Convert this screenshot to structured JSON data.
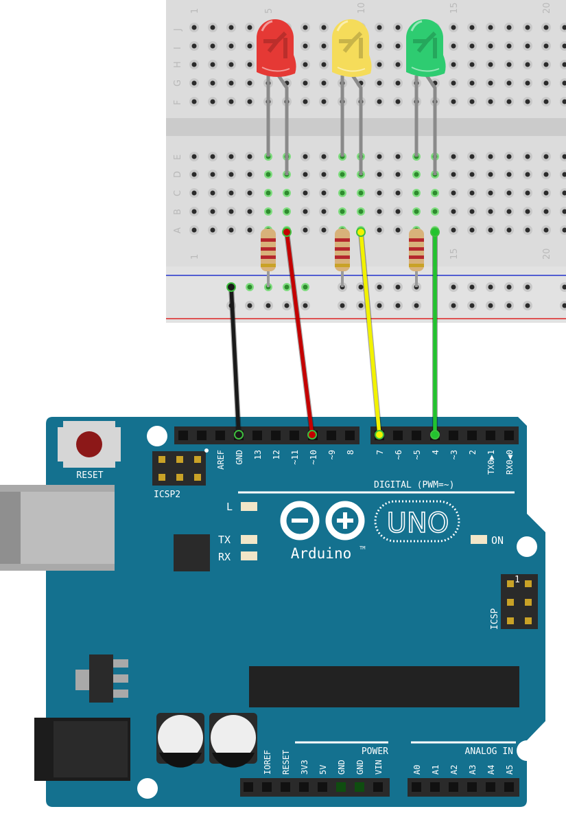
{
  "breadboard": {
    "column_numbers_top": [
      "1",
      "5",
      "10",
      "15",
      "20"
    ],
    "column_numbers_bottom": [
      "1",
      "15",
      "20"
    ],
    "rows_top": [
      "J",
      "I",
      "H",
      "G",
      "F"
    ],
    "rows_bottom": [
      "E",
      "D",
      "C",
      "B",
      "A"
    ]
  },
  "leds": [
    {
      "name": "red",
      "color": "#e53935"
    },
    {
      "name": "yellow",
      "color": "#f5dc5a"
    },
    {
      "name": "green",
      "color": "#2ecc71"
    }
  ],
  "wires": [
    {
      "name": "black",
      "color": "#1a1a1a",
      "pin": "GND"
    },
    {
      "name": "red",
      "color": "#c40000",
      "pin": "~10"
    },
    {
      "name": "yellow",
      "color": "#f2f200",
      "pin": "7"
    },
    {
      "name": "green",
      "color": "#22c32e",
      "pin": "4"
    }
  ],
  "arduino": {
    "board_color": "#14718f",
    "reset_label": "RESET",
    "icsp2_label": "ICSP2",
    "icsp_label": "ICSP",
    "icsp_pin1": "1",
    "digital_pins_left": [
      "AREF",
      "GND",
      "13",
      "12",
      "~11",
      "~10",
      "~9",
      "8"
    ],
    "digital_pins_right": [
      "7",
      "~6",
      "~5",
      "4",
      "~3",
      "2",
      "TX0▶1",
      "RX0◀0"
    ],
    "digital_label": "DIGITAL (PWM=~)",
    "led_l": "L",
    "led_tx": "TX",
    "led_rx": "RX",
    "led_on": "ON",
    "logo_text": "Arduino",
    "logo_tm": "TM",
    "model": "UNO",
    "power_label": "POWER",
    "power_pins": [
      "IOREF",
      "RESET",
      "3V3",
      "5V",
      "GND",
      "GND",
      "VIN"
    ],
    "analog_label": "ANALOG IN",
    "analog_pins": [
      "A0",
      "A1",
      "A2",
      "A3",
      "A4",
      "A5"
    ]
  }
}
